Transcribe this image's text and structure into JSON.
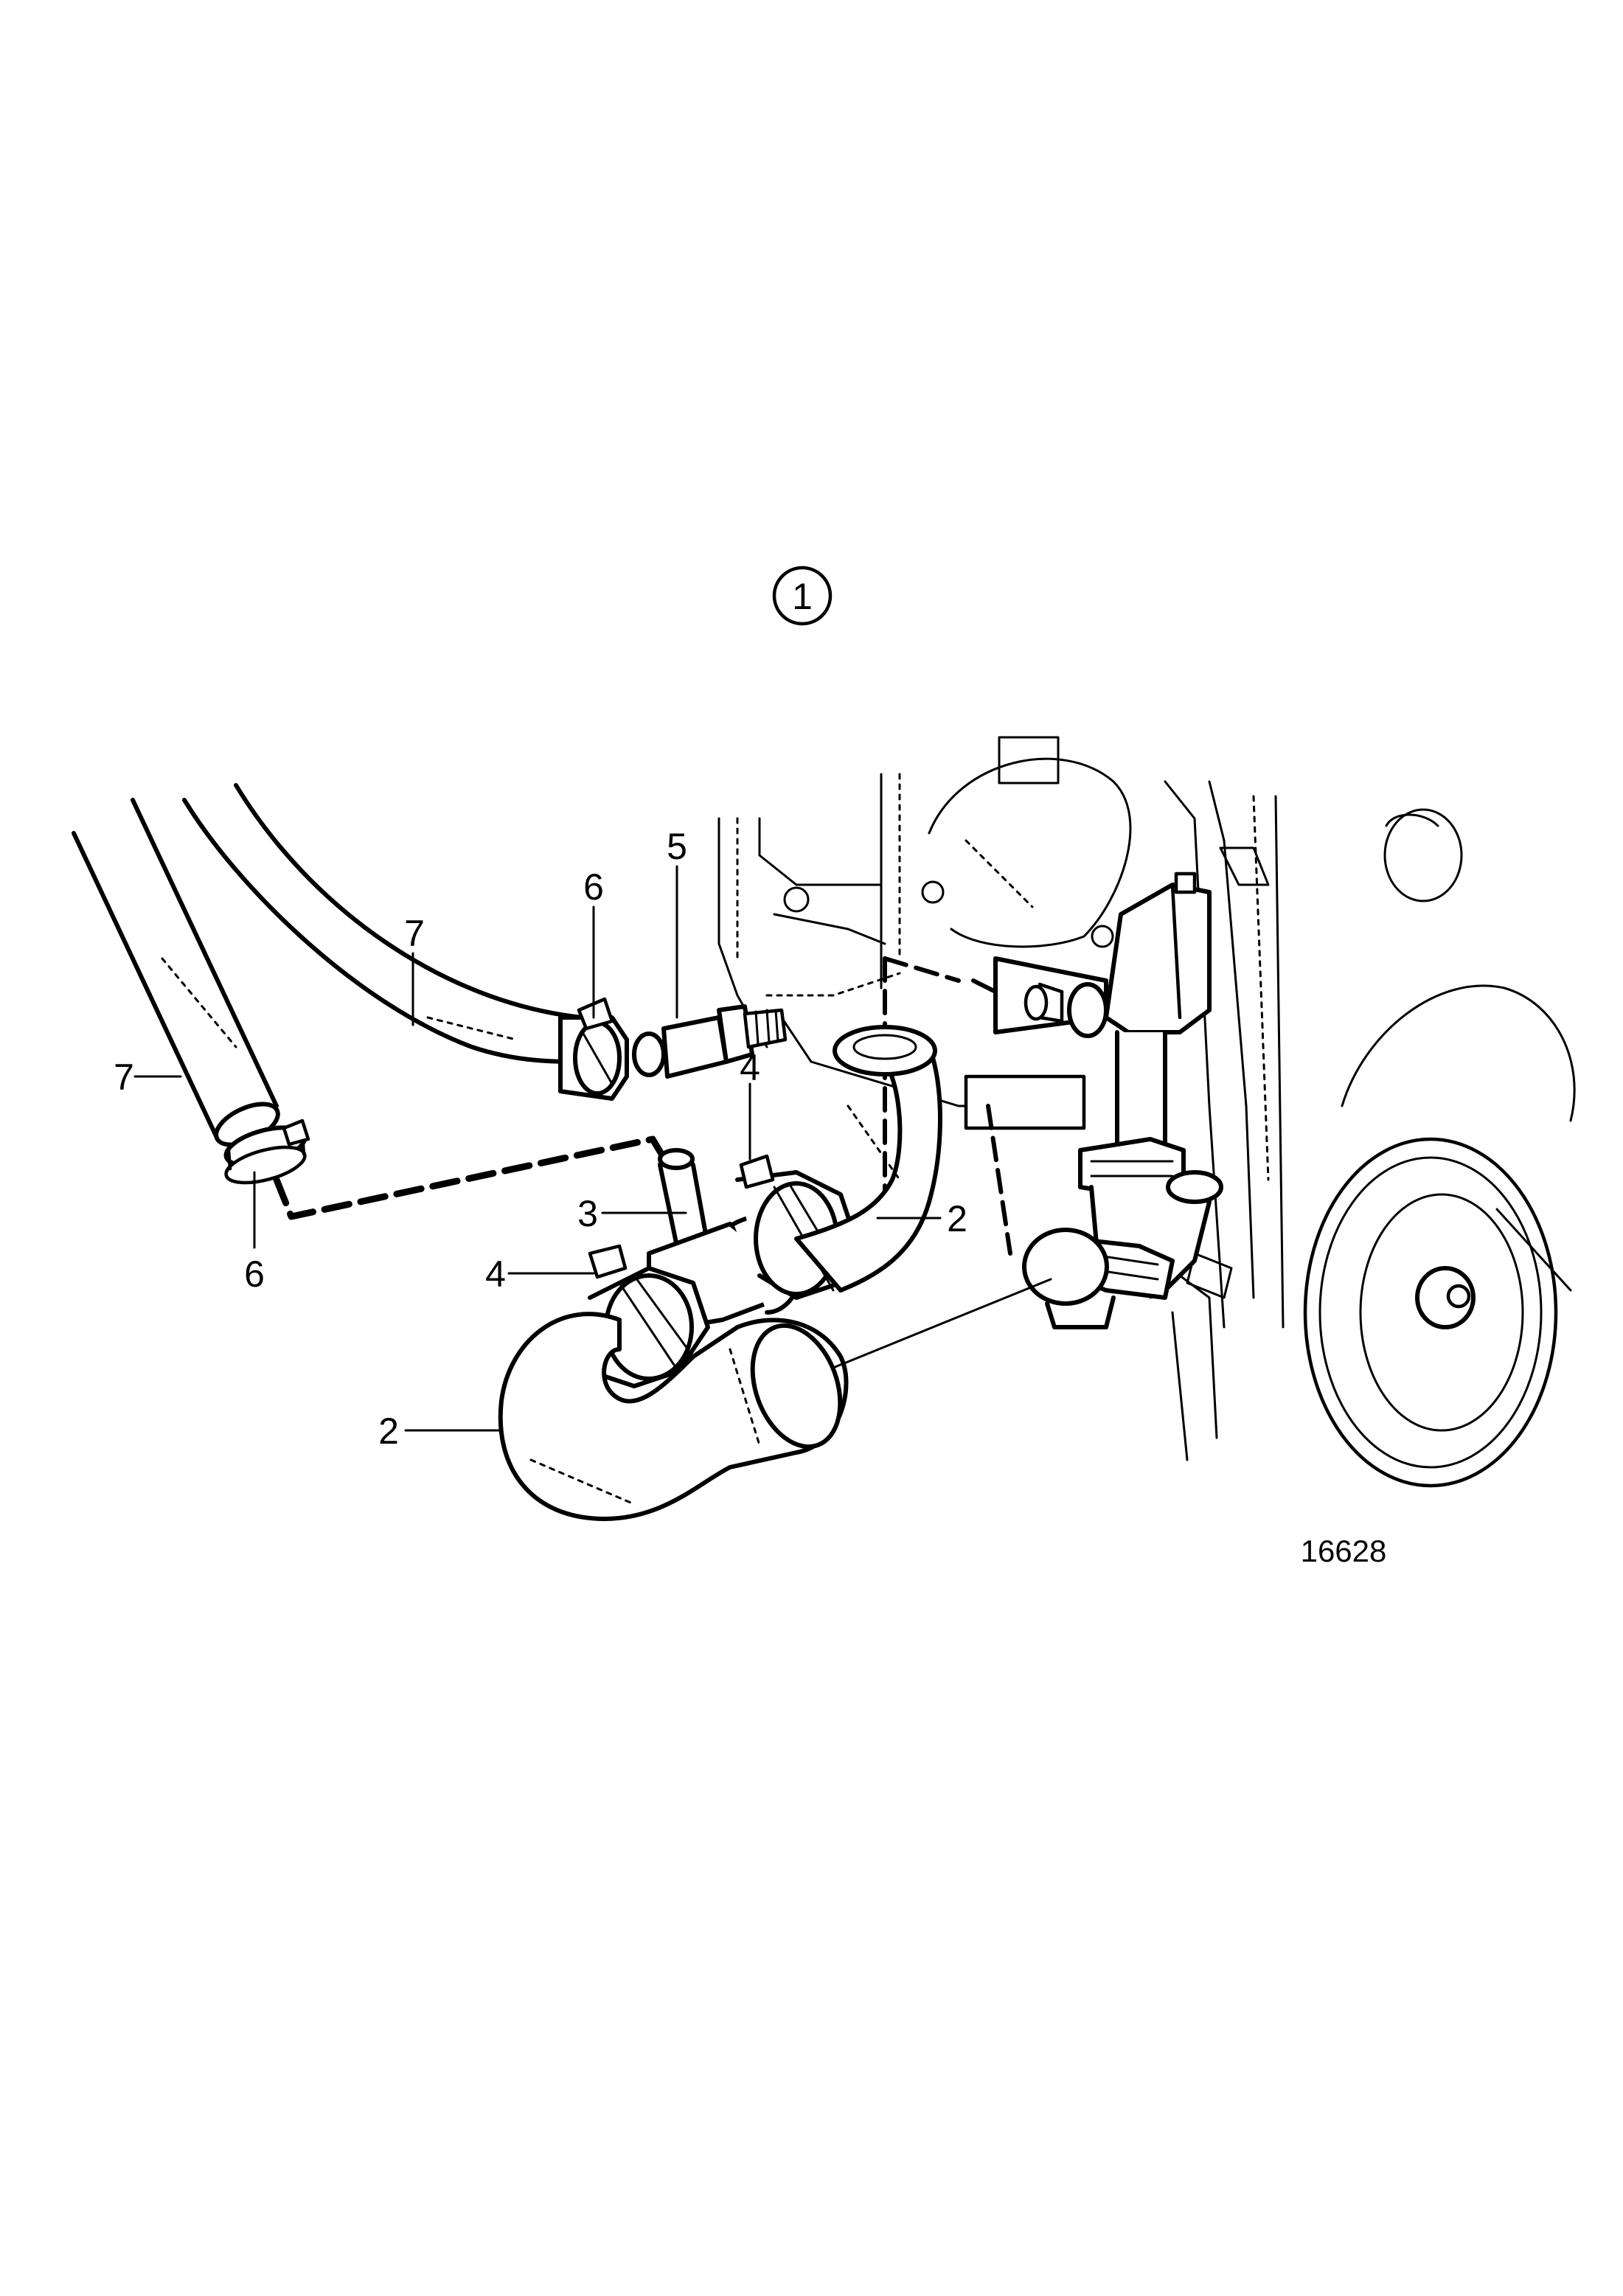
{
  "figure": {
    "view_number": "1",
    "reference_number": "16628"
  },
  "callouts": [
    {
      "id": "callout-7-left",
      "label": "7"
    },
    {
      "id": "callout-6-left",
      "label": "6"
    },
    {
      "id": "callout-7-top",
      "label": "7"
    },
    {
      "id": "callout-6-top",
      "label": "6"
    },
    {
      "id": "callout-5",
      "label": "5"
    },
    {
      "id": "callout-4-top",
      "label": "4"
    },
    {
      "id": "callout-2-right",
      "label": "2"
    },
    {
      "id": "callout-3",
      "label": "3"
    },
    {
      "id": "callout-4-bottom",
      "label": "4"
    },
    {
      "id": "callout-2-bottom",
      "label": "2"
    }
  ]
}
